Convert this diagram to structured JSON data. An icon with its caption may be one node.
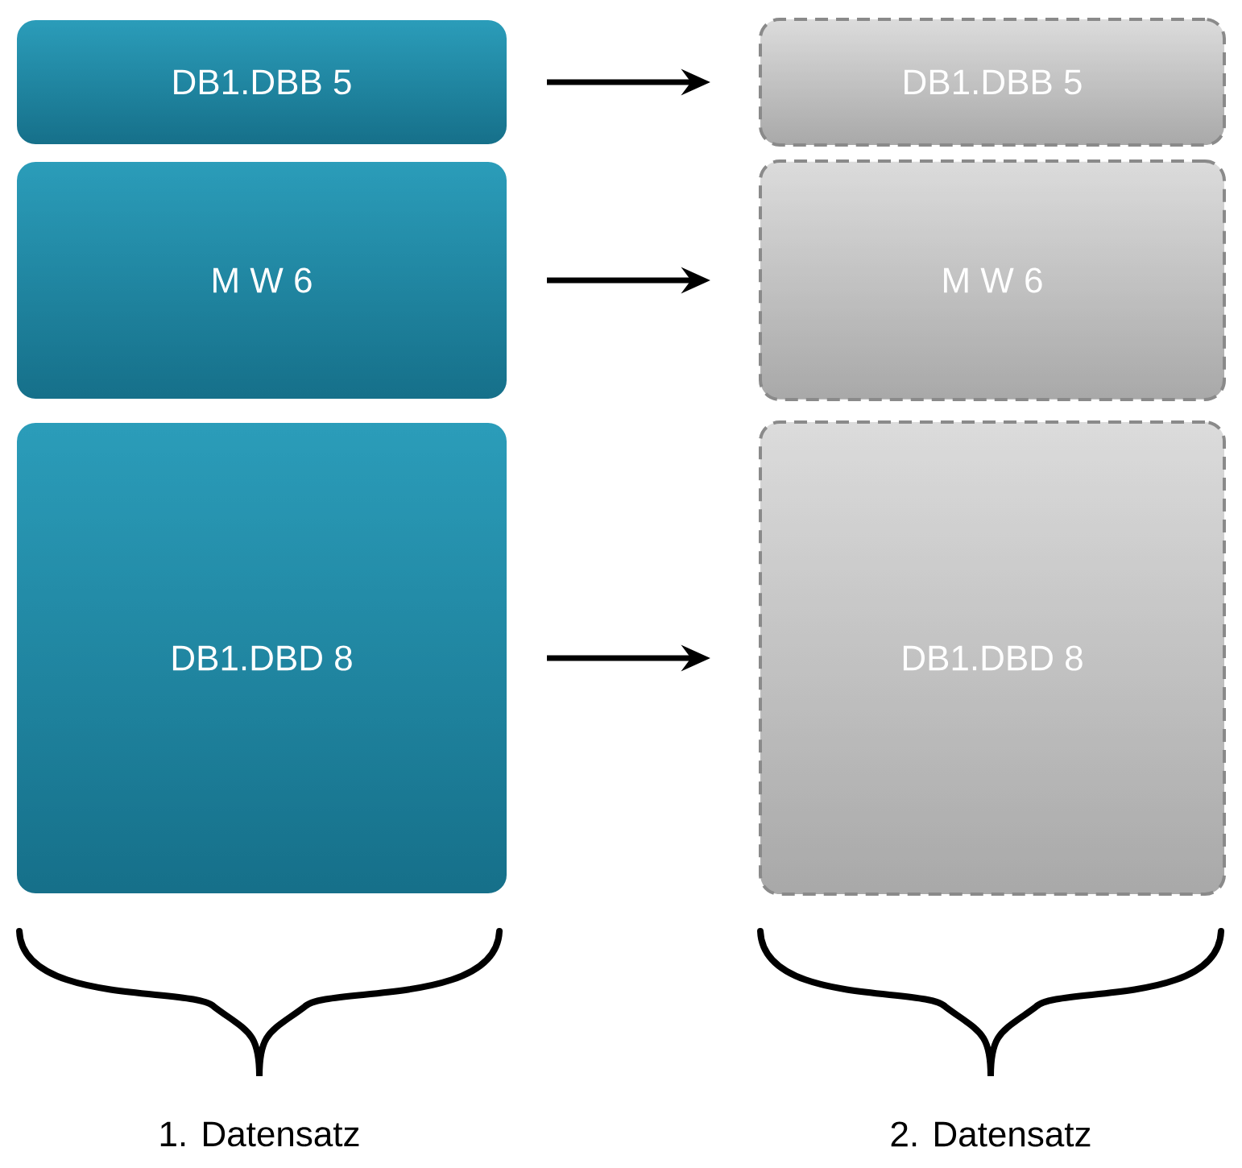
{
  "diagram": {
    "nodes": [
      {
        "text": [
          "DB1.DBB 5"
        ]
      },
      {
        "text": [
          "M W 6"
        ]
      },
      {
        "text": [
          "DB1.DBD 8"
        ]
      },
      {
        "text": [
          "DB1.DBB 5"
        ]
      },
      {
        "text": [
          "M W 6"
        ]
      },
      {
        "text": [
          "DB1.DBD 8"
        ]
      }
    ],
    "edges": [
      {
        "from": 0,
        "to": 3,
        "arrow": "to"
      },
      {
        "from": 1,
        "to": 4,
        "arrow": "to"
      },
      {
        "from": 2,
        "to": 5,
        "arrow": "to"
      }
    ],
    "labels": [
      "1. Datensatz",
      "2. Datensatz"
    ]
  }
}
